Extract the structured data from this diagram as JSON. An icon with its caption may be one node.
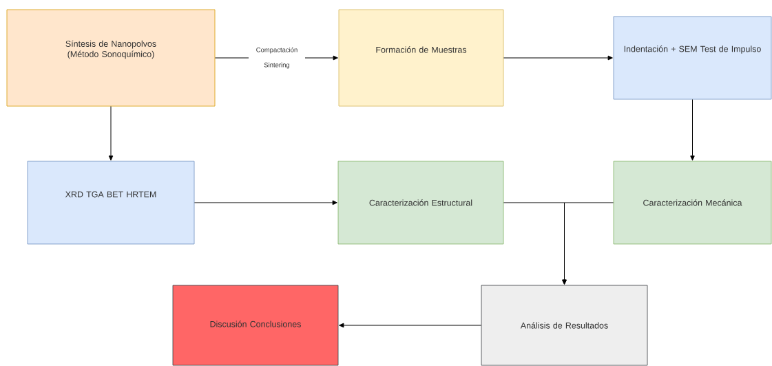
{
  "diagram": {
    "nodes": [
      {
        "text": [
          "Síntesis de Nanopolvos (Método Sonoquímico)"
        ]
      },
      {
        "text": [
          "Formación de Muestras"
        ]
      },
      {
        "text": [
          "Indentación + SEM Test de Impulso"
        ]
      },
      {
        "text": [
          "XRD TGA BET HRTEM"
        ]
      },
      {
        "text": [
          "Caracterización Estructural"
        ]
      },
      {
        "text": [
          "Caracterización Mecánica"
        ]
      },
      {
        "text": [
          "Análisis de Resultados"
        ]
      },
      {
        "text": [
          "Discusión Conclusiones"
        ]
      }
    ],
    "edges": [
      {
        "from": 0,
        "to": 1,
        "arrow": "to",
        "label": "Compactación Sintering"
      },
      {
        "from": 1,
        "to": 2,
        "arrow": "to"
      },
      {
        "from": 0,
        "to": 3,
        "arrow": "to"
      },
      {
        "from": 2,
        "to": 5,
        "arrow": "to"
      },
      {
        "from": 3,
        "to": 4,
        "arrow": "to"
      },
      {
        "from": 4,
        "to": 6,
        "arrow": "to"
      },
      {
        "from": 5,
        "to": 6,
        "arrow": "to"
      },
      {
        "from": 6,
        "to": 7,
        "arrow": "to"
      }
    ]
  }
}
